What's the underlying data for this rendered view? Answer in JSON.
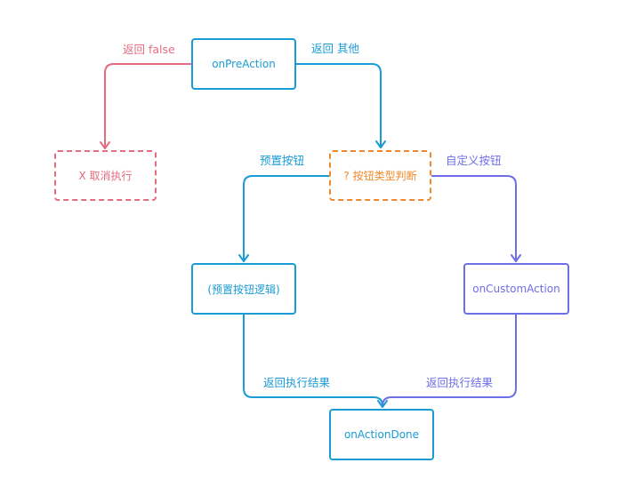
{
  "nodes": {
    "on_pre_action": "onPreAction",
    "cancel": "X 取消执行",
    "button_type_check": "? 按钮类型判断",
    "preset_logic": "(预置按钮逻辑)",
    "on_custom_action": "onCustomAction",
    "on_action_done": "onActionDone"
  },
  "edges": {
    "return_false": "返回 false",
    "return_other": "返回 其他",
    "preset_button": "预置按钮",
    "custom_button": "自定义按钮",
    "return_result_left": "返回执行结果",
    "return_result_right": "返回执行结果"
  },
  "colors": {
    "blue": "#1a9bd6",
    "red": "#e56b7f",
    "orange": "#f0892b",
    "purple": "#6e6ee8"
  }
}
